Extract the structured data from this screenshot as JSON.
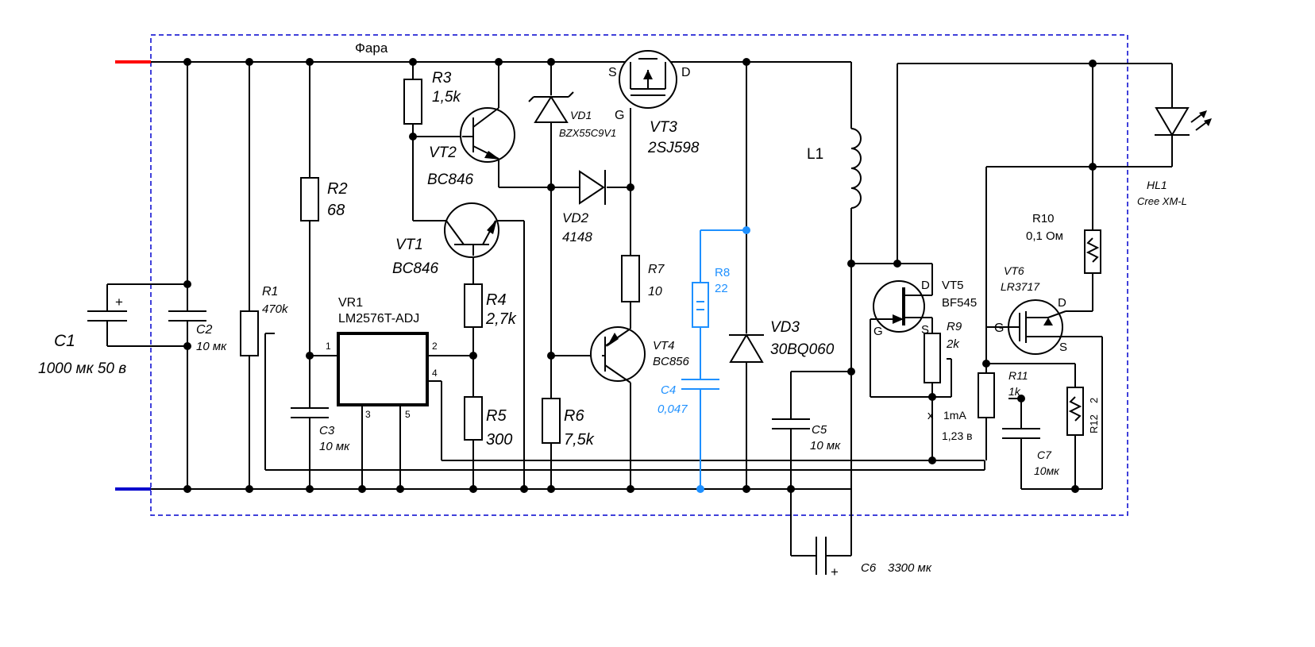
{
  "block_label": "Фара",
  "components": {
    "C1": {
      "ref": "C1",
      "value": "1000 мк 50 в"
    },
    "C2": {
      "ref": "C2",
      "value": "10 мк"
    },
    "R1": {
      "ref": "R1",
      "value": "470k"
    },
    "R2": {
      "ref": "R2",
      "value": "68"
    },
    "C3": {
      "ref": "C3",
      "value": "10 мк"
    },
    "VR1": {
      "ref": "VR1",
      "value": "LM2576T-ADJ",
      "pins": [
        "1",
        "2",
        "3",
        "4",
        "5"
      ]
    },
    "R3": {
      "ref": "R3",
      "value": "1,5k"
    },
    "VT2": {
      "ref": "VT2",
      "value": "BC846"
    },
    "VT1": {
      "ref": "VT1",
      "value": "BC846"
    },
    "R4": {
      "ref": "R4",
      "value": "2,7k"
    },
    "R5": {
      "ref": "R5",
      "value": "300"
    },
    "VD1": {
      "ref": "VD1",
      "value": "BZX55C9V1"
    },
    "VD2": {
      "ref": "VD2",
      "value": "4148"
    },
    "R6": {
      "ref": "R6",
      "value": "7,5k"
    },
    "VT3": {
      "ref": "VT3",
      "value": "2SJ598",
      "pin_s": "S",
      "pin_d": "D",
      "pin_g": "G"
    },
    "R7": {
      "ref": "R7",
      "value": "10"
    },
    "VT4": {
      "ref": "VT4",
      "value": "BC856"
    },
    "R8": {
      "ref": "R8",
      "value": "22"
    },
    "C4": {
      "ref": "C4",
      "value": "0,047"
    },
    "VD3": {
      "ref": "VD3",
      "value": "30BQ060"
    },
    "L1": {
      "ref": "L1"
    },
    "C5": {
      "ref": "C5",
      "value": "10 мк"
    },
    "C6": {
      "ref": "C6",
      "value": "3300 мк"
    },
    "VT5": {
      "ref": "VT5",
      "value": "BF545",
      "pin_d": "D",
      "pin_g": "G",
      "pin_s": "S"
    },
    "R9": {
      "ref": "R9",
      "value": "2k"
    },
    "R10": {
      "ref": "R10",
      "value": "0,1 Ом"
    },
    "VT6": {
      "ref": "VT6",
      "value": "LR3717",
      "pin_g": "G",
      "pin_d": "D",
      "pin_s": "S"
    },
    "R11": {
      "ref": "R11",
      "value": "1k"
    },
    "R12": {
      "ref": "R12",
      "pin": "2"
    },
    "C7": {
      "ref": "C7",
      "value": "10мк"
    },
    "HL1": {
      "ref": "HL1",
      "value": "Cree XM-L"
    }
  },
  "annotations": {
    "current_mark": "x",
    "current": "1mA",
    "voltage": "1,23 в",
    "plus": "+"
  },
  "colors": {
    "wire": "#000000",
    "positive_rail": "#ff0000",
    "negative_rail": "#0000cd",
    "highlight": "#1e90ff",
    "border": "#0000cd"
  }
}
